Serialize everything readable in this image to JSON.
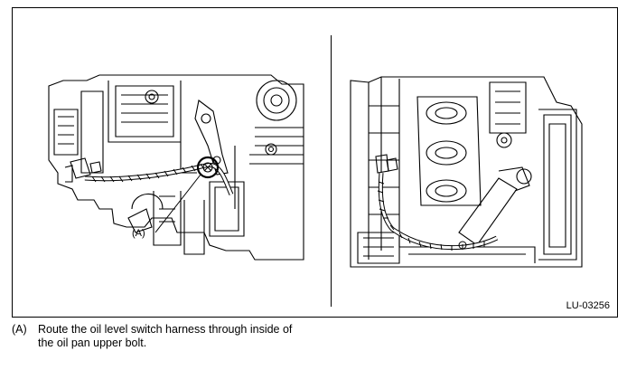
{
  "figure": {
    "code": "LU-03256",
    "callout": "(A)"
  },
  "caption": {
    "tag": "(A)",
    "text": "Route the oil level switch harness through inside of the oil pan upper bolt."
  }
}
